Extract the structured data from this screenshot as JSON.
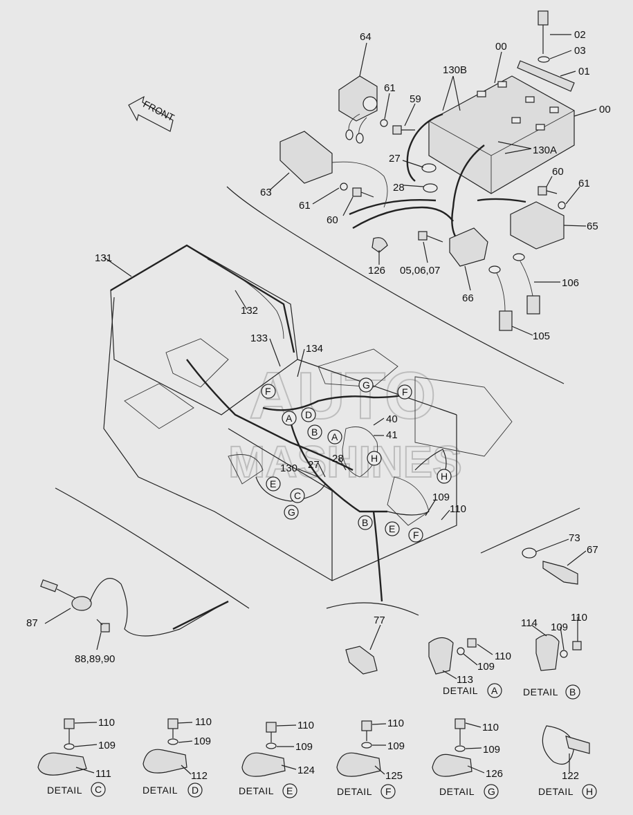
{
  "front_label": "FRONT",
  "watermark": {
    "line1": "AUTO",
    "line2": "MASHINES"
  },
  "part_labels": {
    "p64": "64",
    "p61a": "61",
    "p59": "59",
    "p130b": "130B",
    "p00a": "00",
    "p02": "02",
    "p03": "03",
    "p01": "01",
    "p00b": "00",
    "p130a": "130A",
    "p27a": "27",
    "p28a": "28",
    "p63": "63",
    "p61b": "61",
    "p60a": "60",
    "p60b": "60",
    "p61c": "61",
    "p65": "65",
    "p126": "126",
    "p050607": "05,06,07",
    "p66": "66",
    "p106": "106",
    "p105": "105",
    "p131": "131",
    "p132": "132",
    "p133": "133",
    "p134": "134",
    "p40": "40",
    "p41": "41",
    "p27b": "27",
    "p28b": "28",
    "p130c": "130",
    "p109a": "109",
    "p110a": "110",
    "p73": "73",
    "p67": "67",
    "p87": "87",
    "p888990": "88,89,90",
    "p77": "77",
    "p110b": "110",
    "p109b": "109",
    "p113": "113",
    "p114": "114",
    "p109c": "109",
    "p110c": "110"
  },
  "callouts": {
    "a": "A",
    "b": "B",
    "c": "C",
    "d": "D",
    "e": "E",
    "f": "F",
    "g": "G",
    "h": "H"
  },
  "details": [
    {
      "word": "DETAIL",
      "letter": "A",
      "clamp": "113",
      "bolt": "110",
      "washer": "109"
    },
    {
      "word": "DETAIL",
      "letter": "B",
      "clamp": "114",
      "bolt": "110",
      "washer": "109"
    },
    {
      "word": "DETAIL",
      "letter": "C",
      "clamp": "111",
      "bolt": "110",
      "washer": "109"
    },
    {
      "word": "DETAIL",
      "letter": "D",
      "clamp": "112",
      "bolt": "110",
      "washer": "109"
    },
    {
      "word": "DETAIL",
      "letter": "E",
      "clamp": "124",
      "bolt": "110",
      "washer": "109"
    },
    {
      "word": "DETAIL",
      "letter": "F",
      "clamp": "125",
      "bolt": "110",
      "washer": "109"
    },
    {
      "word": "DETAIL",
      "letter": "G",
      "clamp": "126",
      "bolt": "110",
      "washer": "109"
    },
    {
      "word": "DETAIL",
      "letter": "H",
      "clamp": "122"
    }
  ]
}
